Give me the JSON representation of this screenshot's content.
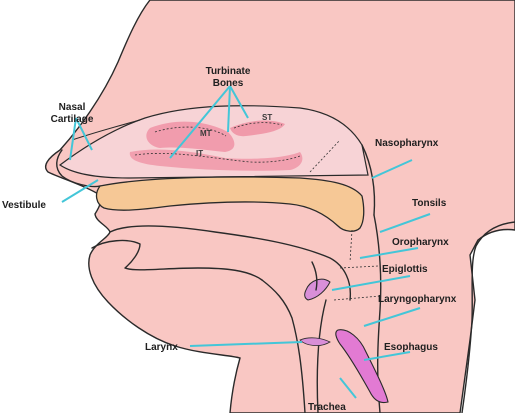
{
  "labels": {
    "turbinate": [
      "Turbinate",
      "Bones"
    ],
    "nasal_cartilage": [
      "Nasal",
      "Cartilage"
    ],
    "vestibule": "Vestibule",
    "nasopharynx": "Nasopharynx",
    "tonsils": "Tonsils",
    "oropharynx": "Oropharynx",
    "epiglottis": "Epiglottis",
    "laryngopharynx": "Laryngopharynx",
    "esophagus": "Esophagus",
    "larynx": "Larynx",
    "trachea": "Trachea",
    "st": "ST",
    "mt": "MT",
    "it": "IT"
  },
  "colors": {
    "skin": "#f9c7c3",
    "soft_tissue": "#f5b5b0",
    "palate": "#f6c896",
    "turbinate": "#ef8fa2",
    "mucosa": "#f7d3d6",
    "epiglottis": "#d98fd8",
    "esophagus": "#e27ad3",
    "leader": "#43c6d8"
  }
}
